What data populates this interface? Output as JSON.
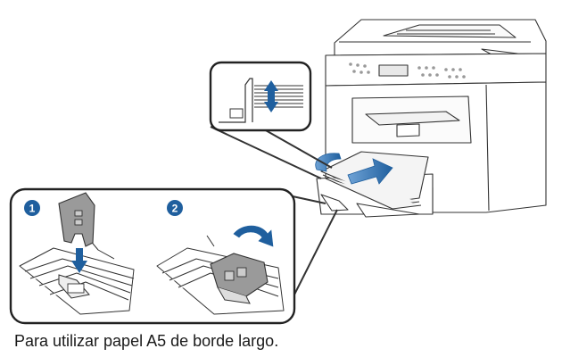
{
  "caption": "Para utilizar papel A5 de borde largo.",
  "steps": [
    {
      "number": "1"
    },
    {
      "number": "2"
    }
  ],
  "colors": {
    "line": "#333333",
    "blue_arrow": "#1f5f9e",
    "step_badge": "#1f5f9e",
    "paper_fill": "#f4f4f4",
    "background": "#ffffff"
  },
  "icons": {
    "insertion_arrow": "blue-arrow-icon",
    "rotation_arrow": "curved-arrow-icon",
    "down_arrow": "down-arrow-icon",
    "stack_height_marker": "double-arrow-icon"
  }
}
